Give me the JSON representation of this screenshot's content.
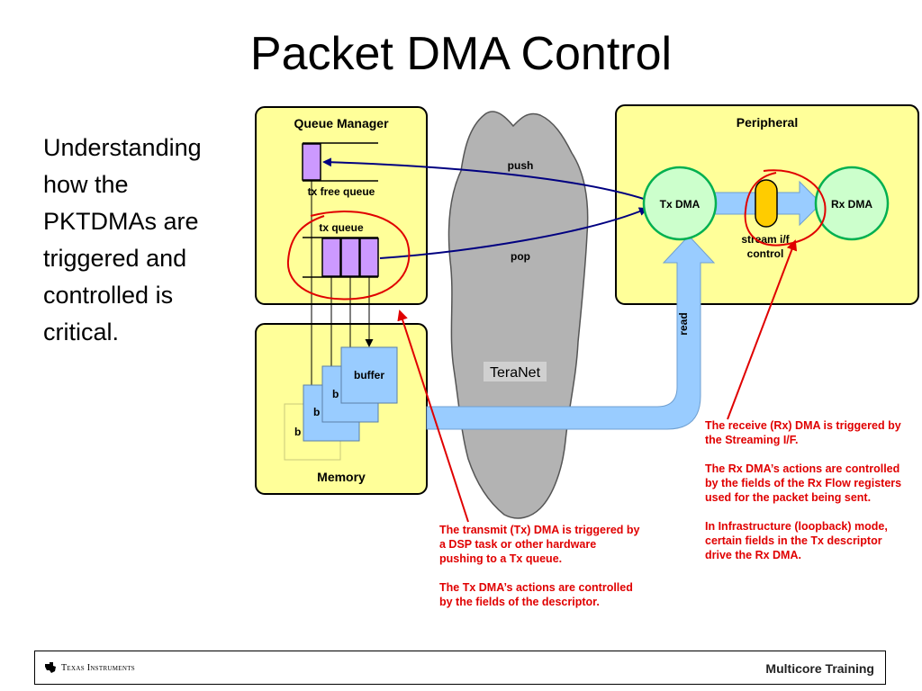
{
  "slide": {
    "title": "Packet DMA Control",
    "bullet": "Understanding how the PKTDMAs are triggered and controlled is critical."
  },
  "diagram": {
    "queue_manager": {
      "title": "Queue Manager",
      "tx_free_queue": "tx free queue",
      "tx_queue": "tx queue"
    },
    "memory": {
      "title": "Memory",
      "buffers": [
        "buffer",
        "b",
        "b",
        "b"
      ]
    },
    "teranet": {
      "label": "TeraNet",
      "push": "push",
      "pop": "pop"
    },
    "peripheral": {
      "title": "Peripheral",
      "tx_dma": "Tx DMA",
      "rx_dma": "Rx DMA",
      "stream_line1": "stream  i/f",
      "stream_line2": "control"
    },
    "read_label": "read",
    "colors": {
      "box_fill": "#ffff99",
      "cloud": "#b3b3b3",
      "dma_fill": "#ccffcc",
      "dma_stroke": "#00b050",
      "queue_slot": "#cc99ff",
      "buffer": "#99ccff",
      "arrow": "#000080",
      "annotation": "#e00000",
      "stream_ctrl": "#ffcc00"
    }
  },
  "notes": {
    "tx": [
      "The transmit (Tx) DMA is triggered by a DSP task or other hardware pushing to a Tx queue.",
      "The Tx DMA’s actions are controlled by the fields of the descriptor."
    ],
    "rx": [
      "The receive (Rx) DMA is triggered by the Streaming I/F.",
      "The Rx DMA’s actions are controlled by the fields of the Rx Flow registers used for the packet being sent.",
      "In Infrastructure (loopback) mode, certain fields in the Tx descriptor drive the Rx DMA."
    ]
  },
  "footer": {
    "logo_text": "Texas Instruments",
    "right_text": "Multicore Training"
  }
}
